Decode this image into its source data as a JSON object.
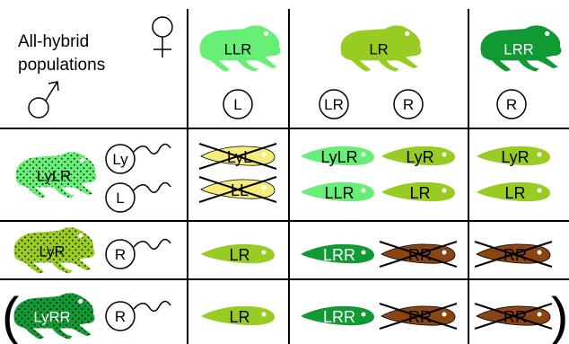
{
  "header": {
    "title_line1": "All-hybrid",
    "title_line2": "populations",
    "female_symbol": "♀",
    "male_symbol": "♂"
  },
  "columns": [
    {
      "frog_label": "LLR",
      "frog_color": "#66ee77",
      "gametes": [
        "L"
      ]
    },
    {
      "frog_label": "LR",
      "frog_color": "#99cc22",
      "gametes": [
        "LR",
        "R"
      ]
    },
    {
      "frog_label": "LRR",
      "frog_color": "#119933",
      "gametes": [
        "R"
      ]
    }
  ],
  "rows": [
    {
      "male_label": "LyLR",
      "male_color": "#66ee77",
      "sperm": [
        "Ly",
        "L"
      ]
    },
    {
      "male_label": "LyR",
      "male_color": "#99cc22",
      "sperm": [
        "R"
      ]
    },
    {
      "male_label": "LyRR",
      "male_color": "#119933",
      "sperm": [
        "R"
      ],
      "parenthesized": true
    }
  ],
  "offspring": {
    "r1c1": [
      {
        "label": "LyL",
        "color": "#f5ec7a",
        "crossed": true
      },
      {
        "label": "LL",
        "color": "#f5ec7a",
        "crossed": true
      }
    ],
    "r1c2": [
      {
        "label": "LyLR",
        "color": "#66ee77"
      },
      {
        "label": "LyR",
        "color": "#99cc22"
      },
      {
        "label": "LLR",
        "color": "#66ee77"
      },
      {
        "label": "LR",
        "color": "#99cc22"
      }
    ],
    "r1c3": [
      {
        "label": "LyR",
        "color": "#99cc22"
      },
      {
        "label": "LR",
        "color": "#99cc22"
      }
    ],
    "r2c1": [
      {
        "label": "LR",
        "color": "#99cc22"
      }
    ],
    "r2c2": [
      {
        "label": "LRR",
        "color": "#119933"
      },
      {
        "label": "RR",
        "color": "#8b4513",
        "crossed": true
      }
    ],
    "r2c3": [
      {
        "label": "RR",
        "color": "#8b4513",
        "crossed": true
      }
    ],
    "r3c1": [
      {
        "label": "LR",
        "color": "#99cc22"
      }
    ],
    "r3c2": [
      {
        "label": "LRR",
        "color": "#119933"
      },
      {
        "label": "RR",
        "color": "#8b4513",
        "crossed": true
      }
    ],
    "r3c3": [
      {
        "label": "RR",
        "color": "#8b4513",
        "crossed": true
      }
    ]
  }
}
